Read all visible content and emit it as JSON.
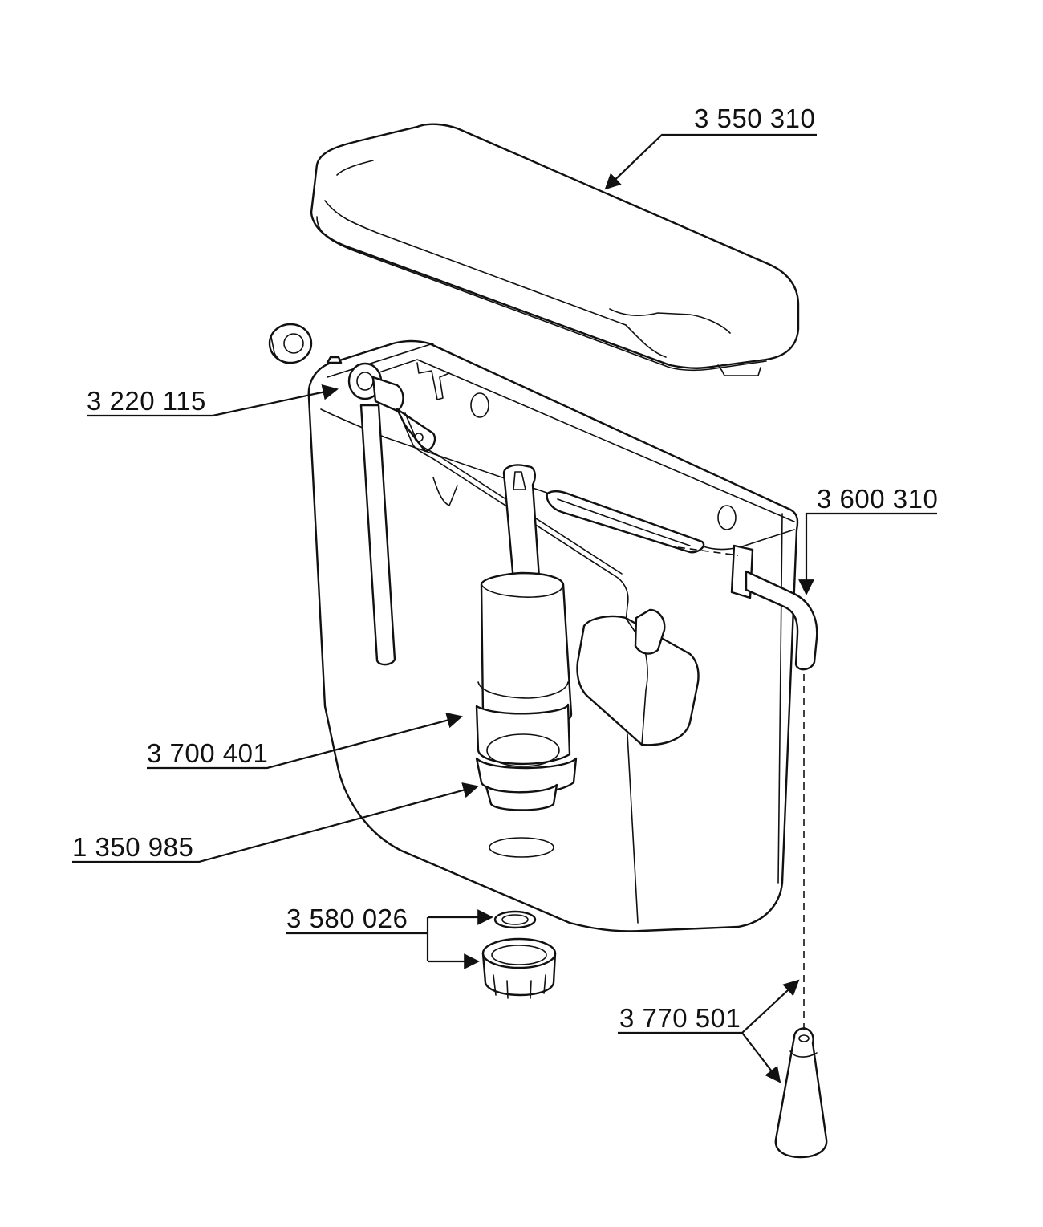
{
  "parts": [
    {
      "id": "lid",
      "number": "3 550 310"
    },
    {
      "id": "inlet-valve",
      "number": "3 220 115"
    },
    {
      "id": "lever",
      "number": "3 600 310"
    },
    {
      "id": "flush-valve",
      "number": "3 700 401"
    },
    {
      "id": "valve-seat",
      "number": "1 350 985"
    },
    {
      "id": "outlet-nut-and-washer",
      "number": "3 580 026"
    },
    {
      "id": "handle-knob",
      "number": "3 770 501"
    }
  ],
  "colors": {
    "line": "#111111",
    "background": "#ffffff"
  }
}
